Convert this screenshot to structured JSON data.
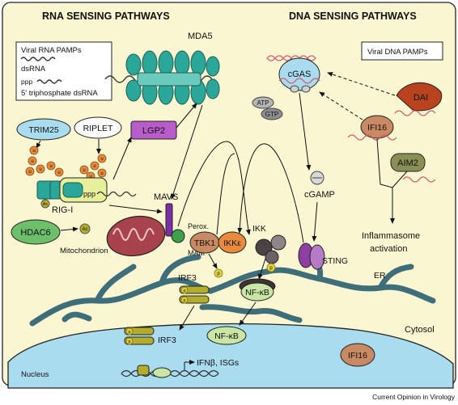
{
  "headings": {
    "rna": "RNA SENSING PATHWAYS",
    "dna": "DNA SENSING PATHWAYS"
  },
  "legend_rna": {
    "title": "Viral RNA PAMPs",
    "item1": "dsRNA",
    "ppp": "ppp",
    "item2": "5′ triphosphate dsRNA"
  },
  "legend_dna": {
    "title": "Viral DNA PAMPs"
  },
  "proteins": {
    "mda5": "MDA5",
    "trim25": "TRIM25",
    "riplet": "RIPLET",
    "lgp2": "LGP2",
    "rigi": "RIG-I",
    "ppp": "ppp",
    "hdac6": "HDAC6",
    "mavs": "MAVS",
    "perox": "Perox.",
    "mam": "MAM",
    "mitochondrion": "Mitochondrion",
    "tbk1": "TBK1",
    "ikke": "IKKε",
    "ikk": "IKK",
    "irf3_cyto": "IRF3",
    "irf3_nuc": "IRF3",
    "nfkb_cyto": "NF-κB",
    "nfkb_nuc": "NF-κB",
    "cgas": "cGAS",
    "atp": "ATP",
    "gtp": "GTP",
    "dai": "DAI",
    "ifi16": "IFI16",
    "aim2": "AIM2",
    "cgamp": "cGAMP",
    "sting": "STING",
    "er": "ER",
    "inflammasome1": "Inflammasome",
    "inflammasome2": "activation",
    "cytosol": "Cytosol",
    "ifi16_nuc": "IFI16",
    "nucleus": "Nucleus",
    "genes": "IFNβ, ISGs"
  },
  "marks": {
    "ub": "u",
    "phos": "p",
    "ac": "Ac"
  },
  "footer": "Current Opinion in Virology",
  "colors": {
    "background": "#fbf6d2",
    "nucleus": "#a9dcef",
    "er": "#3e6e7a",
    "mito": "#a8424b",
    "teal": "#2ba79a",
    "green": "#3da14a",
    "purple": "#8e3fa1",
    "orange": "#e88b3c",
    "tan": "#c78a62",
    "olive": "#b3ad2b",
    "pink": "#d9566a",
    "dark": "#3c3436"
  }
}
